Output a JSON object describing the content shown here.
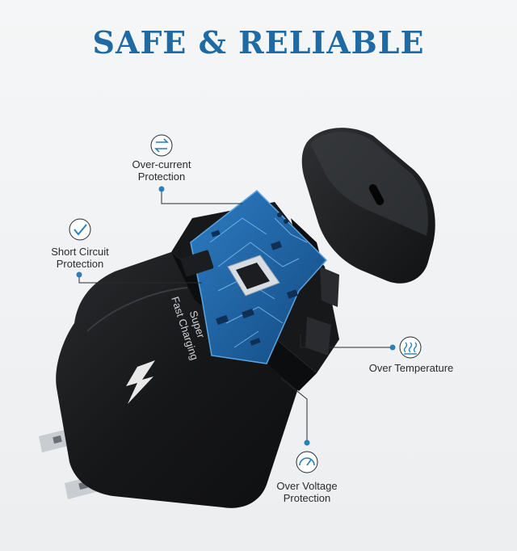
{
  "title": "SAFE & RELIABLE",
  "device_text": {
    "line1": "Super",
    "line2": "Fast Charging"
  },
  "features": [
    {
      "icon": "arrows-exchange-icon",
      "lines": [
        "Over-current",
        "Protection"
      ]
    },
    {
      "icon": "checkmark-icon",
      "lines": [
        "Short Circuit",
        "Protection"
      ]
    },
    {
      "icon": "heat-waves-icon",
      "lines": [
        "Over Temperature"
      ]
    },
    {
      "icon": "gauge-icon",
      "lines": [
        "Over Voltage",
        "Protection"
      ]
    }
  ],
  "colors": {
    "title": "#1f6aa3",
    "accent": "#2a7fb8",
    "charger": "#1b1c1e",
    "pcb": "#1d5b9a"
  }
}
